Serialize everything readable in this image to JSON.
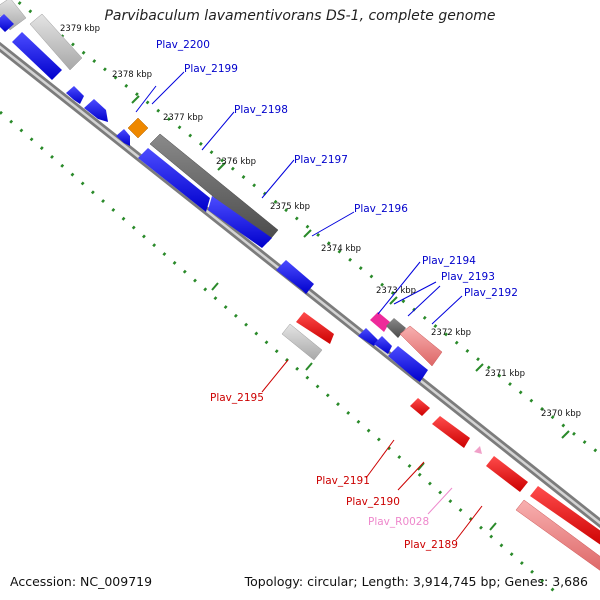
{
  "title": "Parvibaculum lavamentivorans DS-1, complete genome",
  "accession": "Accession: NC_009719",
  "topology": "Topology: circular; Length: 3,914,745 bp; Genes: 3,686",
  "ticks": [
    "2379 kbp",
    "2378 kbp",
    "2377 kbp",
    "2376 kbp",
    "2375 kbp",
    "2374 kbp",
    "2373 kbp",
    "2372 kbp",
    "2371 kbp",
    "2370 kbp"
  ],
  "genes": {
    "plav_2200": "Plav_2200",
    "plav_2199": "Plav_2199",
    "plav_2198": "Plav_2198",
    "plav_2197": "Plav_2197",
    "plav_2196": "Plav_2196",
    "plav_2194": "Plav_2194",
    "plav_2193": "Plav_2193",
    "plav_2192": "Plav_2192",
    "plav_2195": "Plav_2195",
    "plav_2191": "Plav_2191",
    "plav_2190": "Plav_2190",
    "plav_r0028": "Plav_R0028",
    "plav_2189": "Plav_2189"
  },
  "colors": {
    "forward_cds": "#0000ee",
    "reverse_cds": "#ee0000",
    "rrna_pink": "#f0a0c8",
    "trna_magenta": "#ee2a9a",
    "orange": "#ee8800",
    "gray_dark": "#666666",
    "gray_light": "#c8c8c8",
    "salmon": "#f08888",
    "forward_label": "#0000cc",
    "reverse_label": "#cc0000",
    "pink_label": "#ee88cc",
    "tick_dots": "#2a8a2a"
  }
}
